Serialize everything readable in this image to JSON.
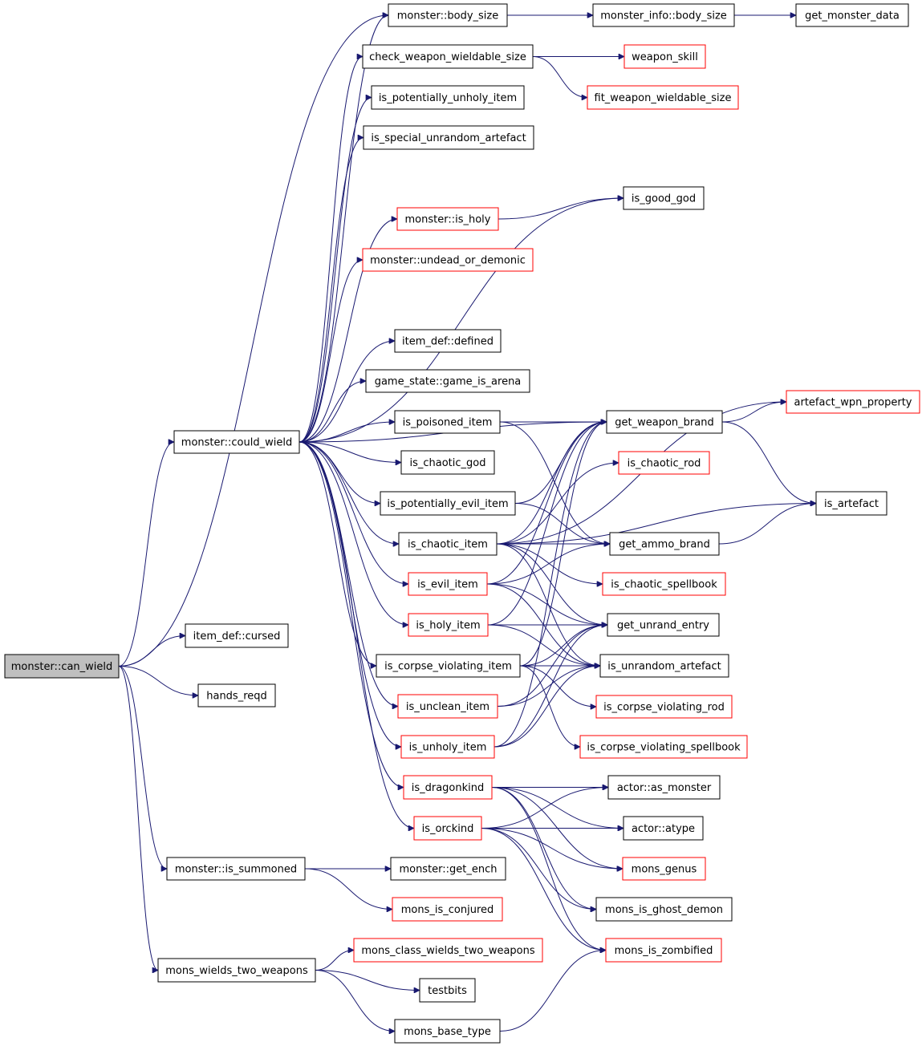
{
  "colors": {
    "edge": "#191970",
    "root_fill": "#bfbfbf",
    "documented_border": "#000000",
    "undocumented_border": "#ff0000",
    "node_fill": "#ffffff"
  },
  "nodes": [
    {
      "id": "can_wield",
      "label": "monster::can_wield",
      "kind": "root"
    },
    {
      "id": "body_size",
      "label": "monster::body_size",
      "kind": "documented"
    },
    {
      "id": "info_body_size",
      "label": "monster_info::body_size",
      "kind": "documented"
    },
    {
      "id": "get_monster_data",
      "label": "get_monster_data",
      "kind": "documented"
    },
    {
      "id": "check_wws",
      "label": "check_weapon_wieldable_size",
      "kind": "documented"
    },
    {
      "id": "weapon_skill",
      "label": "weapon_skill",
      "kind": "undocumented"
    },
    {
      "id": "fit_wws",
      "label": "fit_weapon_wieldable_size",
      "kind": "undocumented"
    },
    {
      "id": "pot_unholy",
      "label": "is_potentially_unholy_item",
      "kind": "documented"
    },
    {
      "id": "special_unrand",
      "label": "is_special_unrandom_artefact",
      "kind": "documented"
    },
    {
      "id": "good_god",
      "label": "is_good_god",
      "kind": "documented"
    },
    {
      "id": "is_holy_m",
      "label": "monster::is_holy",
      "kind": "undocumented"
    },
    {
      "id": "undead_demonic",
      "label": "monster::undead_or_demonic",
      "kind": "undocumented"
    },
    {
      "id": "defined",
      "label": "item_def::defined",
      "kind": "documented"
    },
    {
      "id": "game_is_arena",
      "label": "game_state::game_is_arena",
      "kind": "documented"
    },
    {
      "id": "could_wield",
      "label": "monster::could_wield",
      "kind": "documented"
    },
    {
      "id": "poisoned",
      "label": "is_poisoned_item",
      "kind": "documented"
    },
    {
      "id": "weapon_brand",
      "label": "get_weapon_brand",
      "kind": "documented"
    },
    {
      "id": "wpn_prop",
      "label": "artefact_wpn_property",
      "kind": "undocumented"
    },
    {
      "id": "chaotic_god",
      "label": "is_chaotic_god",
      "kind": "documented"
    },
    {
      "id": "chaotic_rod",
      "label": "is_chaotic_rod",
      "kind": "undocumented"
    },
    {
      "id": "pot_evil",
      "label": "is_potentially_evil_item",
      "kind": "documented"
    },
    {
      "id": "is_artefact",
      "label": "is_artefact",
      "kind": "documented"
    },
    {
      "id": "chaotic_item",
      "label": "is_chaotic_item",
      "kind": "documented"
    },
    {
      "id": "ammo_brand",
      "label": "get_ammo_brand",
      "kind": "documented"
    },
    {
      "id": "evil_item",
      "label": "is_evil_item",
      "kind": "undocumented"
    },
    {
      "id": "chaotic_spellbook",
      "label": "is_chaotic_spellbook",
      "kind": "undocumented"
    },
    {
      "id": "holy_item",
      "label": "is_holy_item",
      "kind": "undocumented"
    },
    {
      "id": "unrand_entry",
      "label": "get_unrand_entry",
      "kind": "documented"
    },
    {
      "id": "cursed",
      "label": "item_def::cursed",
      "kind": "documented"
    },
    {
      "id": "corpse_item",
      "label": "is_corpse_violating_item",
      "kind": "documented"
    },
    {
      "id": "unrandom_art",
      "label": "is_unrandom_artefact",
      "kind": "documented"
    },
    {
      "id": "hands_reqd",
      "label": "hands_reqd",
      "kind": "documented"
    },
    {
      "id": "unclean",
      "label": "is_unclean_item",
      "kind": "undocumented"
    },
    {
      "id": "corpse_rod",
      "label": "is_corpse_violating_rod",
      "kind": "undocumented"
    },
    {
      "id": "unholy_item",
      "label": "is_unholy_item",
      "kind": "undocumented"
    },
    {
      "id": "corpse_book",
      "label": "is_corpse_violating_spellbook",
      "kind": "undocumented"
    },
    {
      "id": "dragonkind",
      "label": "is_dragonkind",
      "kind": "undocumented"
    },
    {
      "id": "as_monster",
      "label": "actor::as_monster",
      "kind": "documented"
    },
    {
      "id": "orckind",
      "label": "is_orckind",
      "kind": "undocumented"
    },
    {
      "id": "atype",
      "label": "actor::atype",
      "kind": "documented"
    },
    {
      "id": "is_summoned",
      "label": "monster::is_summoned",
      "kind": "documented"
    },
    {
      "id": "get_ench",
      "label": "monster::get_ench",
      "kind": "documented"
    },
    {
      "id": "mons_genus",
      "label": "mons_genus",
      "kind": "undocumented"
    },
    {
      "id": "conjured",
      "label": "mons_is_conjured",
      "kind": "undocumented"
    },
    {
      "id": "ghost_demon",
      "label": "mons_is_ghost_demon",
      "kind": "documented"
    },
    {
      "id": "class_two",
      "label": "mons_class_wields_two_weapons",
      "kind": "undocumented"
    },
    {
      "id": "zombified",
      "label": "mons_is_zombified",
      "kind": "undocumented"
    },
    {
      "id": "wields_two",
      "label": "mons_wields_two_weapons",
      "kind": "documented"
    },
    {
      "id": "testbits",
      "label": "testbits",
      "kind": "documented"
    },
    {
      "id": "base_type",
      "label": "mons_base_type",
      "kind": "documented"
    }
  ],
  "edges": [
    [
      "can_wield",
      "body_size"
    ],
    [
      "can_wield",
      "could_wield"
    ],
    [
      "can_wield",
      "cursed"
    ],
    [
      "can_wield",
      "hands_reqd"
    ],
    [
      "can_wield",
      "is_summoned"
    ],
    [
      "can_wield",
      "wields_two"
    ],
    [
      "body_size",
      "info_body_size"
    ],
    [
      "info_body_size",
      "get_monster_data"
    ],
    [
      "check_wws",
      "weapon_skill"
    ],
    [
      "check_wws",
      "fit_wws"
    ],
    [
      "is_holy_m",
      "good_god"
    ],
    [
      "could_wield",
      "body_size"
    ],
    [
      "could_wield",
      "check_wws"
    ],
    [
      "could_wield",
      "pot_unholy"
    ],
    [
      "could_wield",
      "special_unrand"
    ],
    [
      "could_wield",
      "good_god"
    ],
    [
      "could_wield",
      "is_holy_m"
    ],
    [
      "could_wield",
      "undead_demonic"
    ],
    [
      "could_wield",
      "weapon_brand"
    ],
    [
      "could_wield",
      "defined"
    ],
    [
      "could_wield",
      "game_is_arena"
    ],
    [
      "could_wield",
      "poisoned"
    ],
    [
      "could_wield",
      "chaotic_god"
    ],
    [
      "could_wield",
      "pot_evil"
    ],
    [
      "could_wield",
      "chaotic_item"
    ],
    [
      "could_wield",
      "evil_item"
    ],
    [
      "could_wield",
      "holy_item"
    ],
    [
      "could_wield",
      "corpse_item"
    ],
    [
      "could_wield",
      "unclean"
    ],
    [
      "could_wield",
      "unholy_item"
    ],
    [
      "could_wield",
      "dragonkind"
    ],
    [
      "could_wield",
      "orckind"
    ],
    [
      "poisoned",
      "weapon_brand"
    ],
    [
      "poisoned",
      "ammo_brand"
    ],
    [
      "weapon_brand",
      "wpn_prop"
    ],
    [
      "weapon_brand",
      "is_artefact"
    ],
    [
      "pot_evil",
      "weapon_brand"
    ],
    [
      "pot_evil",
      "ammo_brand"
    ],
    [
      "chaotic_item",
      "weapon_brand"
    ],
    [
      "chaotic_item",
      "chaotic_rod"
    ],
    [
      "chaotic_item",
      "is_artefact"
    ],
    [
      "chaotic_item",
      "ammo_brand"
    ],
    [
      "chaotic_item",
      "chaotic_spellbook"
    ],
    [
      "chaotic_item",
      "unrand_entry"
    ],
    [
      "chaotic_item",
      "unrandom_art"
    ],
    [
      "chaotic_item",
      "wpn_prop"
    ],
    [
      "ammo_brand",
      "is_artefact"
    ],
    [
      "evil_item",
      "weapon_brand"
    ],
    [
      "evil_item",
      "ammo_brand"
    ],
    [
      "evil_item",
      "unrand_entry"
    ],
    [
      "evil_item",
      "unrandom_art"
    ],
    [
      "holy_item",
      "weapon_brand"
    ],
    [
      "holy_item",
      "unrand_entry"
    ],
    [
      "holy_item",
      "unrandom_art"
    ],
    [
      "corpse_item",
      "weapon_brand"
    ],
    [
      "corpse_item",
      "unrand_entry"
    ],
    [
      "corpse_item",
      "unrandom_art"
    ],
    [
      "corpse_item",
      "corpse_rod"
    ],
    [
      "corpse_item",
      "corpse_book"
    ],
    [
      "unclean",
      "unrand_entry"
    ],
    [
      "unclean",
      "unrandom_art"
    ],
    [
      "unholy_item",
      "unrand_entry"
    ],
    [
      "unholy_item",
      "unrandom_art"
    ],
    [
      "unholy_item",
      "weapon_brand"
    ],
    [
      "dragonkind",
      "as_monster"
    ],
    [
      "dragonkind",
      "atype"
    ],
    [
      "dragonkind",
      "mons_genus"
    ],
    [
      "dragonkind",
      "ghost_demon"
    ],
    [
      "dragonkind",
      "zombified"
    ],
    [
      "orckind",
      "as_monster"
    ],
    [
      "orckind",
      "atype"
    ],
    [
      "orckind",
      "mons_genus"
    ],
    [
      "orckind",
      "ghost_demon"
    ],
    [
      "orckind",
      "zombified"
    ],
    [
      "is_summoned",
      "get_ench"
    ],
    [
      "is_summoned",
      "conjured"
    ],
    [
      "wields_two",
      "class_two"
    ],
    [
      "wields_two",
      "testbits"
    ],
    [
      "wields_two",
      "base_type"
    ],
    [
      "base_type",
      "zombified"
    ]
  ]
}
